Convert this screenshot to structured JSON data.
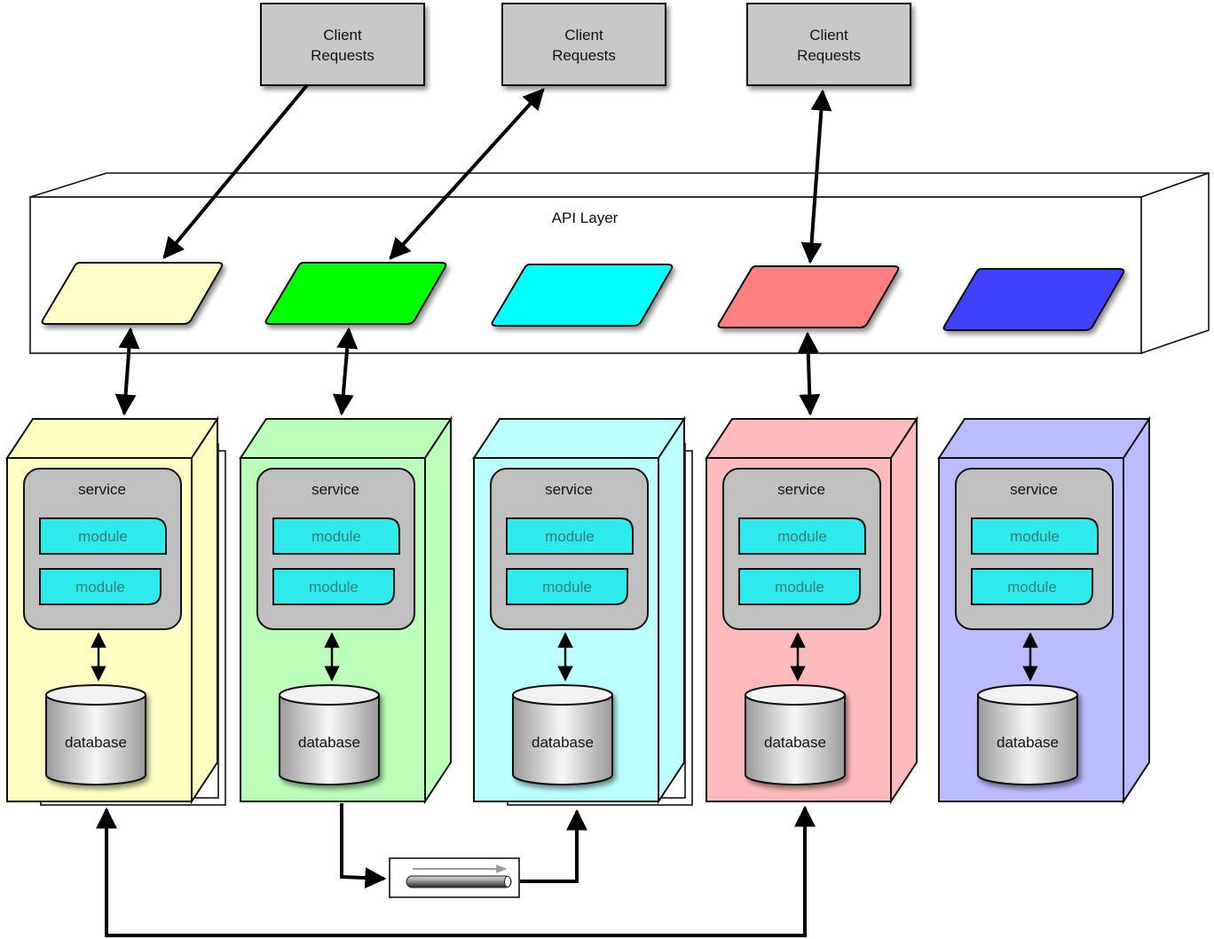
{
  "client_requests": [
    {
      "label_line1": "Client",
      "label_line2": "Requests"
    },
    {
      "label_line1": "Client",
      "label_line2": "Requests"
    },
    {
      "label_line1": "Client",
      "label_line2": "Requests"
    }
  ],
  "api_layer": {
    "title": "API Layer",
    "endpoints": [
      {
        "color": "#ffffc8"
      },
      {
        "color": "#00ff00"
      },
      {
        "color": "#00ffff"
      },
      {
        "color": "#ff8080"
      },
      {
        "color": "#4040ff"
      }
    ]
  },
  "services": [
    {
      "color": "#ffffc4",
      "side_color": "#ffffc4",
      "stacked": true,
      "service_label": "service",
      "modules": [
        "module",
        "module"
      ],
      "database_label": "database"
    },
    {
      "color": "#bbffbb",
      "side_color": "#bbffbb",
      "stacked": false,
      "service_label": "service",
      "modules": [
        "module",
        "module"
      ],
      "database_label": "database"
    },
    {
      "color": "#bbffff",
      "side_color": "#bbffff",
      "stacked": true,
      "service_label": "service",
      "modules": [
        "module",
        "module"
      ],
      "database_label": "database"
    },
    {
      "color": "#ffbbbb",
      "side_color": "#ffbbbb",
      "stacked": false,
      "service_label": "service",
      "modules": [
        "module",
        "module"
      ],
      "database_label": "database"
    },
    {
      "color": "#bbbbff",
      "side_color": "#bbbbff",
      "stacked": false,
      "service_label": "service",
      "modules": [
        "module",
        "module"
      ],
      "database_label": "database"
    }
  ],
  "colors": {
    "client_box": "#c8c8c8",
    "service_box": "#c0c0c0",
    "module": "#2eeaea",
    "module_text": "#3b7b7b"
  },
  "connections": [
    {
      "from": "client-1",
      "to": "endpoint-1",
      "direction": "to"
    },
    {
      "from": "client-2",
      "to": "endpoint-2",
      "direction": "both"
    },
    {
      "from": "client-3",
      "to": "endpoint-4",
      "direction": "both"
    },
    {
      "from": "endpoint-1",
      "to": "service-1",
      "direction": "both"
    },
    {
      "from": "endpoint-2",
      "to": "service-2",
      "direction": "both"
    },
    {
      "from": "endpoint-4",
      "to": "service-4",
      "direction": "both"
    },
    {
      "from": "service-2",
      "to": "message-queue",
      "direction": "to"
    },
    {
      "from": "message-queue",
      "to": "service-3",
      "direction": "to"
    },
    {
      "from": "service-1",
      "to": "service-4",
      "direction": "both"
    }
  ]
}
